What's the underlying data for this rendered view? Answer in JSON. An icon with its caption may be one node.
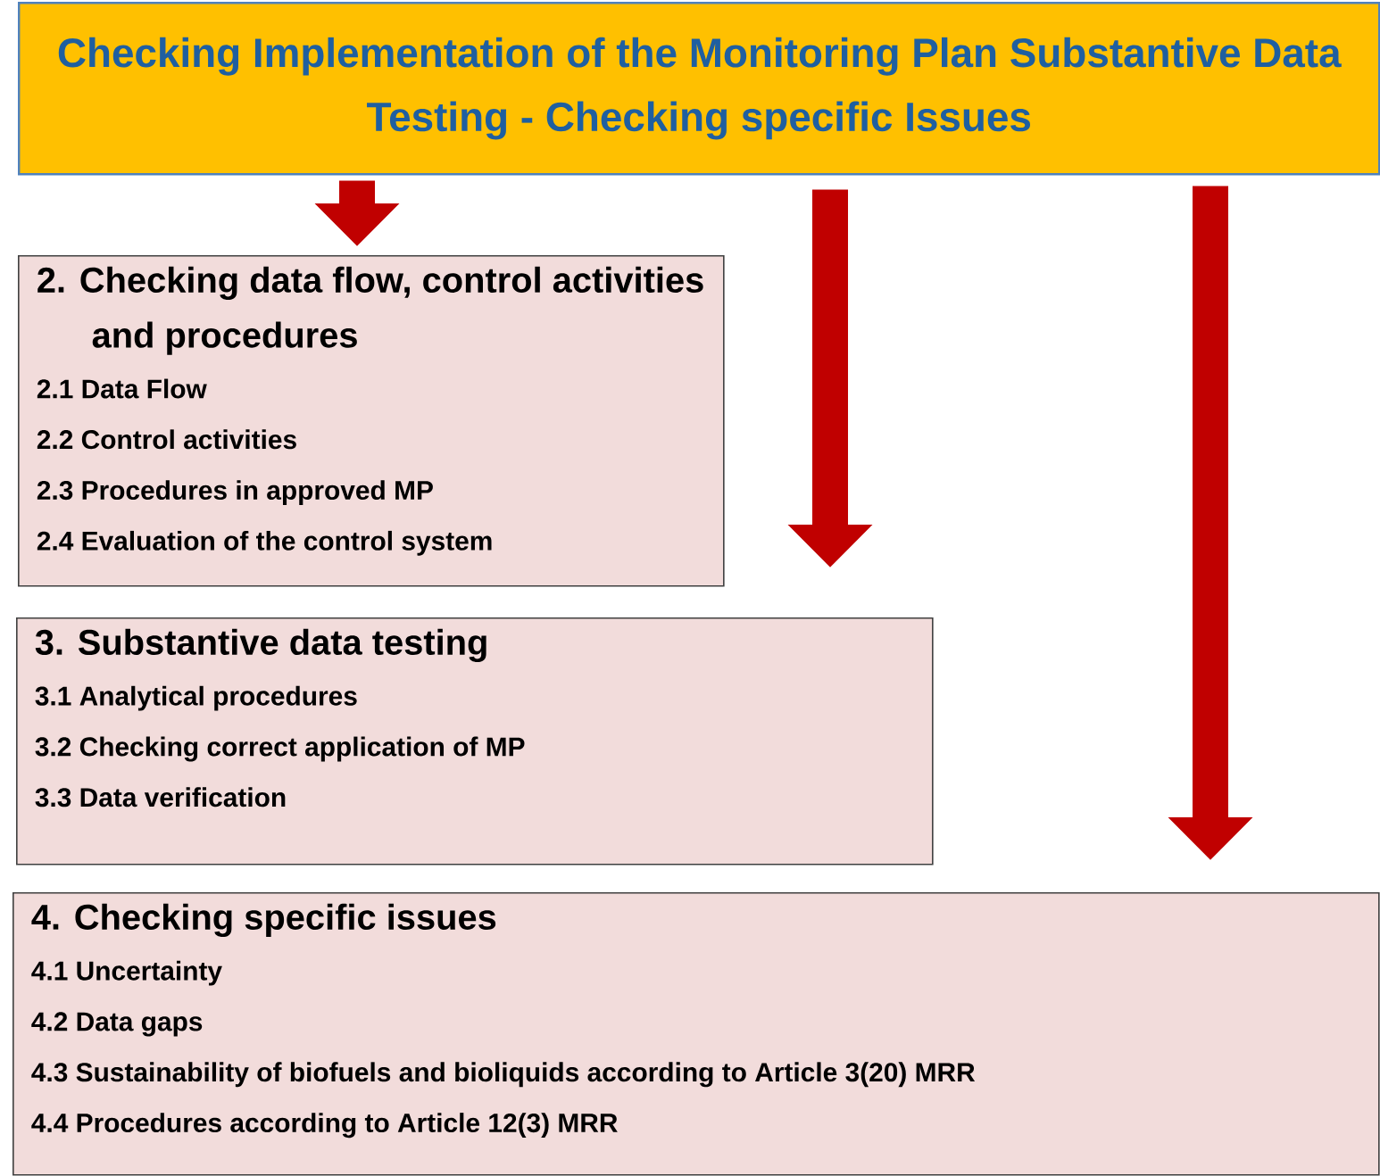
{
  "diagram": {
    "nodes": [
      {
        "text": [
          "Checking Implementation of the Monitoring Plan Substantive Data Testing - Checking specific Issues"
        ]
      },
      {
        "text": [
          "2. Checking data flow, control activities and procedures",
          "2.1 Data Flow",
          "2.2 Control activities",
          "2.3 Procedures in approved MP",
          "2.4 Evaluation of the control system"
        ]
      },
      {
        "text": [
          "3. Substantive data testing",
          "3.1 Analytical procedures",
          "3.2 Checking correct application of MP",
          "3.3 Data verification"
        ]
      },
      {
        "text": [
          "4. Checking specific issues",
          "4.1 Uncertainty",
          "4.2 Data gaps",
          "4.3 Sustainability of biofuels and bioliquids according to Article 3(20) MRR",
          "4.4 Procedures according to Article 12(3) MRR"
        ]
      }
    ],
    "edges": [
      {
        "from": 0,
        "to": 1,
        "arrow": "to"
      },
      {
        "from": 0,
        "to": 2,
        "arrow": "to"
      },
      {
        "from": 0,
        "to": 3,
        "arrow": "to"
      }
    ]
  }
}
